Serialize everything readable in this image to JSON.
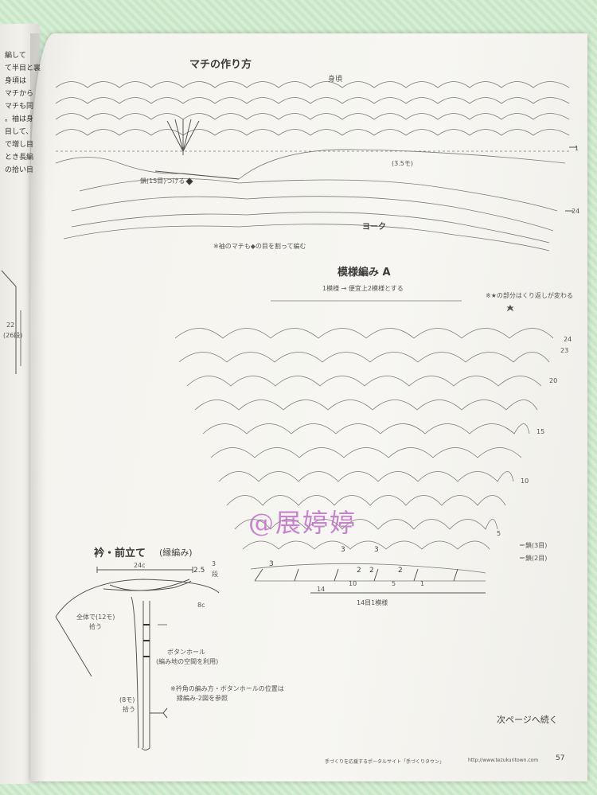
{
  "page": {
    "title_gusset": "マチの作り方",
    "label_body": "身頃",
    "label_chain": "鎖(15目)つける",
    "label_width": "(3.5モ)",
    "label_yoke": "ヨーク",
    "note_sleeve": "※袖のマチも◆の目を割って編む",
    "row_1": "1",
    "row_24_top": "24",
    "title_pattern": "模様編み A",
    "repeat_note": "1模様 → 便宜上2模様とする",
    "star_note": "※★の部分はくり返しが変わる",
    "rows_pattern": [
      "24",
      "23",
      "20",
      "15",
      "10",
      "5"
    ],
    "legend_chain3": "＝鎖(3目)",
    "legend_chain2": "＝鎖(2目)",
    "bottom_numbers": [
      "14",
      "10",
      "5",
      "1"
    ],
    "mid_numbers": [
      "3",
      "3",
      "3",
      "2",
      "2",
      "2"
    ],
    "repeat_bottom": "14目1模様",
    "title_collar": "衿・前立て",
    "title_collar_sub": "(縁編み)",
    "dim_24c": "24c",
    "dim_25": "2.5",
    "dim_3": "3",
    "dim_3_unit": "段",
    "dim_8c": "8c",
    "collar_pickup": "全体で(12モ)",
    "collar_pickup_2": "拾う",
    "buttonhole": "ボタンホール",
    "buttonhole_2": "(編み地の空間を利用)",
    "front_pickup": "(8モ)",
    "front_pickup_2": "拾う",
    "note_collar": "※衿角の編み方・ボタンホールの位置は",
    "note_collar_2": "縁編み-2図を参照",
    "next_page": "次ページへ続く",
    "page_number": "57",
    "footer_text": "手づくりを応援するポータルサイト「手づくりタウン」",
    "footer_url": "http://www.tezukuritown.com",
    "side_dim": "22",
    "side_dim_2": "(26段)",
    "left_edge_text": [
      "編して",
      "て半目と裏",
      "身頃は",
      "マチから",
      "マチも同",
      "。袖は身",
      "目して、",
      "で増し目",
      "とき長編",
      "の拾い目"
    ],
    "watermark": "@展婷婷"
  }
}
